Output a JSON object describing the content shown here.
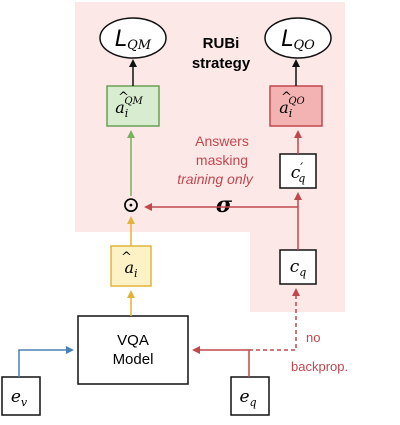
{
  "diagram": {
    "strategy_title_line1": "RUBi",
    "strategy_title_line2": "strategy",
    "loss_qm": {
      "symbol": "L",
      "subscript": "QM"
    },
    "loss_qo": {
      "symbol": "L",
      "subscript": "QO"
    },
    "answer_qm": {
      "base": "a",
      "index": "i",
      "superscript": "QM"
    },
    "answer_qo": {
      "base": "a",
      "index": "i",
      "superscript": "QO"
    },
    "answer_main": {
      "base": "a",
      "index": "i"
    },
    "masking_label_line1": "Answers",
    "masking_label_line2": "masking",
    "masking_label_line3": "training only",
    "mask_operator": "⊙",
    "sigma": "σ",
    "cq_prime": {
      "base": "c",
      "prime": "′",
      "subscript": "q"
    },
    "cq": {
      "base": "c",
      "subscript": "q"
    },
    "vqa_model_line1": "VQA",
    "vqa_model_line2": "Model",
    "ev": {
      "base": "e",
      "subscript": "v"
    },
    "eq": {
      "base": "e",
      "subscript": "q"
    },
    "no_backprop_line1": "no",
    "no_backprop_line2": "backprop.",
    "colors": {
      "rubi_region": "#fde8e8",
      "question_path": "#c0484d",
      "visual_path": "#4a80b8",
      "answer_path": "#e2b33c",
      "qm_path": "#79b060",
      "qm_fill": "#d8ecd0",
      "qm_stroke": "#6aa055",
      "qo_fill": "#f4b3b3",
      "qo_stroke": "#c0484d",
      "answer_fill": "#fdf2c6",
      "answer_stroke": "#e0b43c"
    }
  }
}
